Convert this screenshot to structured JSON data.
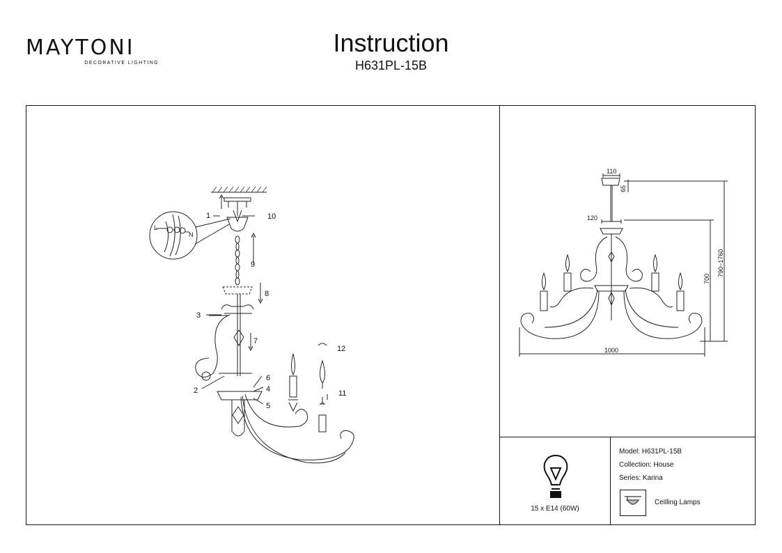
{
  "brand": {
    "name": "MAYTONI",
    "tagline": "DECORATIVE LIGHTING"
  },
  "header": {
    "title": "Instruction",
    "model": "H631PL-15B"
  },
  "assembly": {
    "callouts": [
      "1",
      "2",
      "3",
      "4",
      "5",
      "6",
      "7",
      "8",
      "9",
      "10",
      "11",
      "12"
    ],
    "wire_labels": [
      "L",
      "N"
    ]
  },
  "dimensions": {
    "top_width": "110",
    "canopy_height": "65",
    "mid_width": "120",
    "body_height": "700",
    "total_height": "790~1760",
    "overall_width": "1000"
  },
  "bulb": {
    "spec": "15 x E14 (60W)"
  },
  "specs": {
    "model": "Model: H631PL-15B",
    "collection": "Collection: House",
    "series": "Series: Karina"
  },
  "category": {
    "label": "Ceilling Lamps"
  }
}
